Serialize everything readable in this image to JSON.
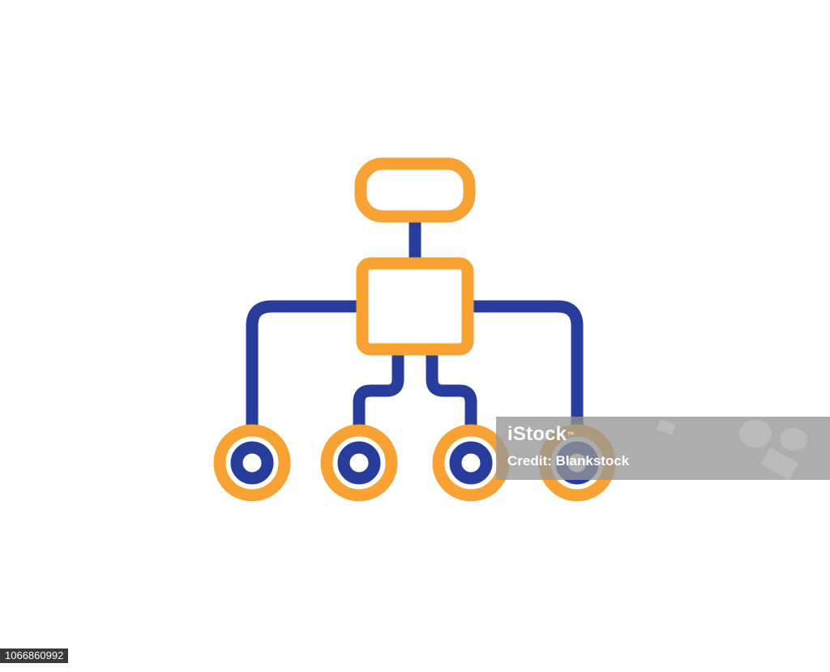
{
  "icon": {
    "name": "hierarchy-structure-icon",
    "colors": {
      "primary": "#F7A232",
      "secondary": "#283C9C",
      "background": "#FFFFFF"
    }
  },
  "watermark": {
    "brand": "iStock",
    "trademark": "™",
    "credit": "Credit: Blankstock"
  },
  "image_id": "1066860992"
}
